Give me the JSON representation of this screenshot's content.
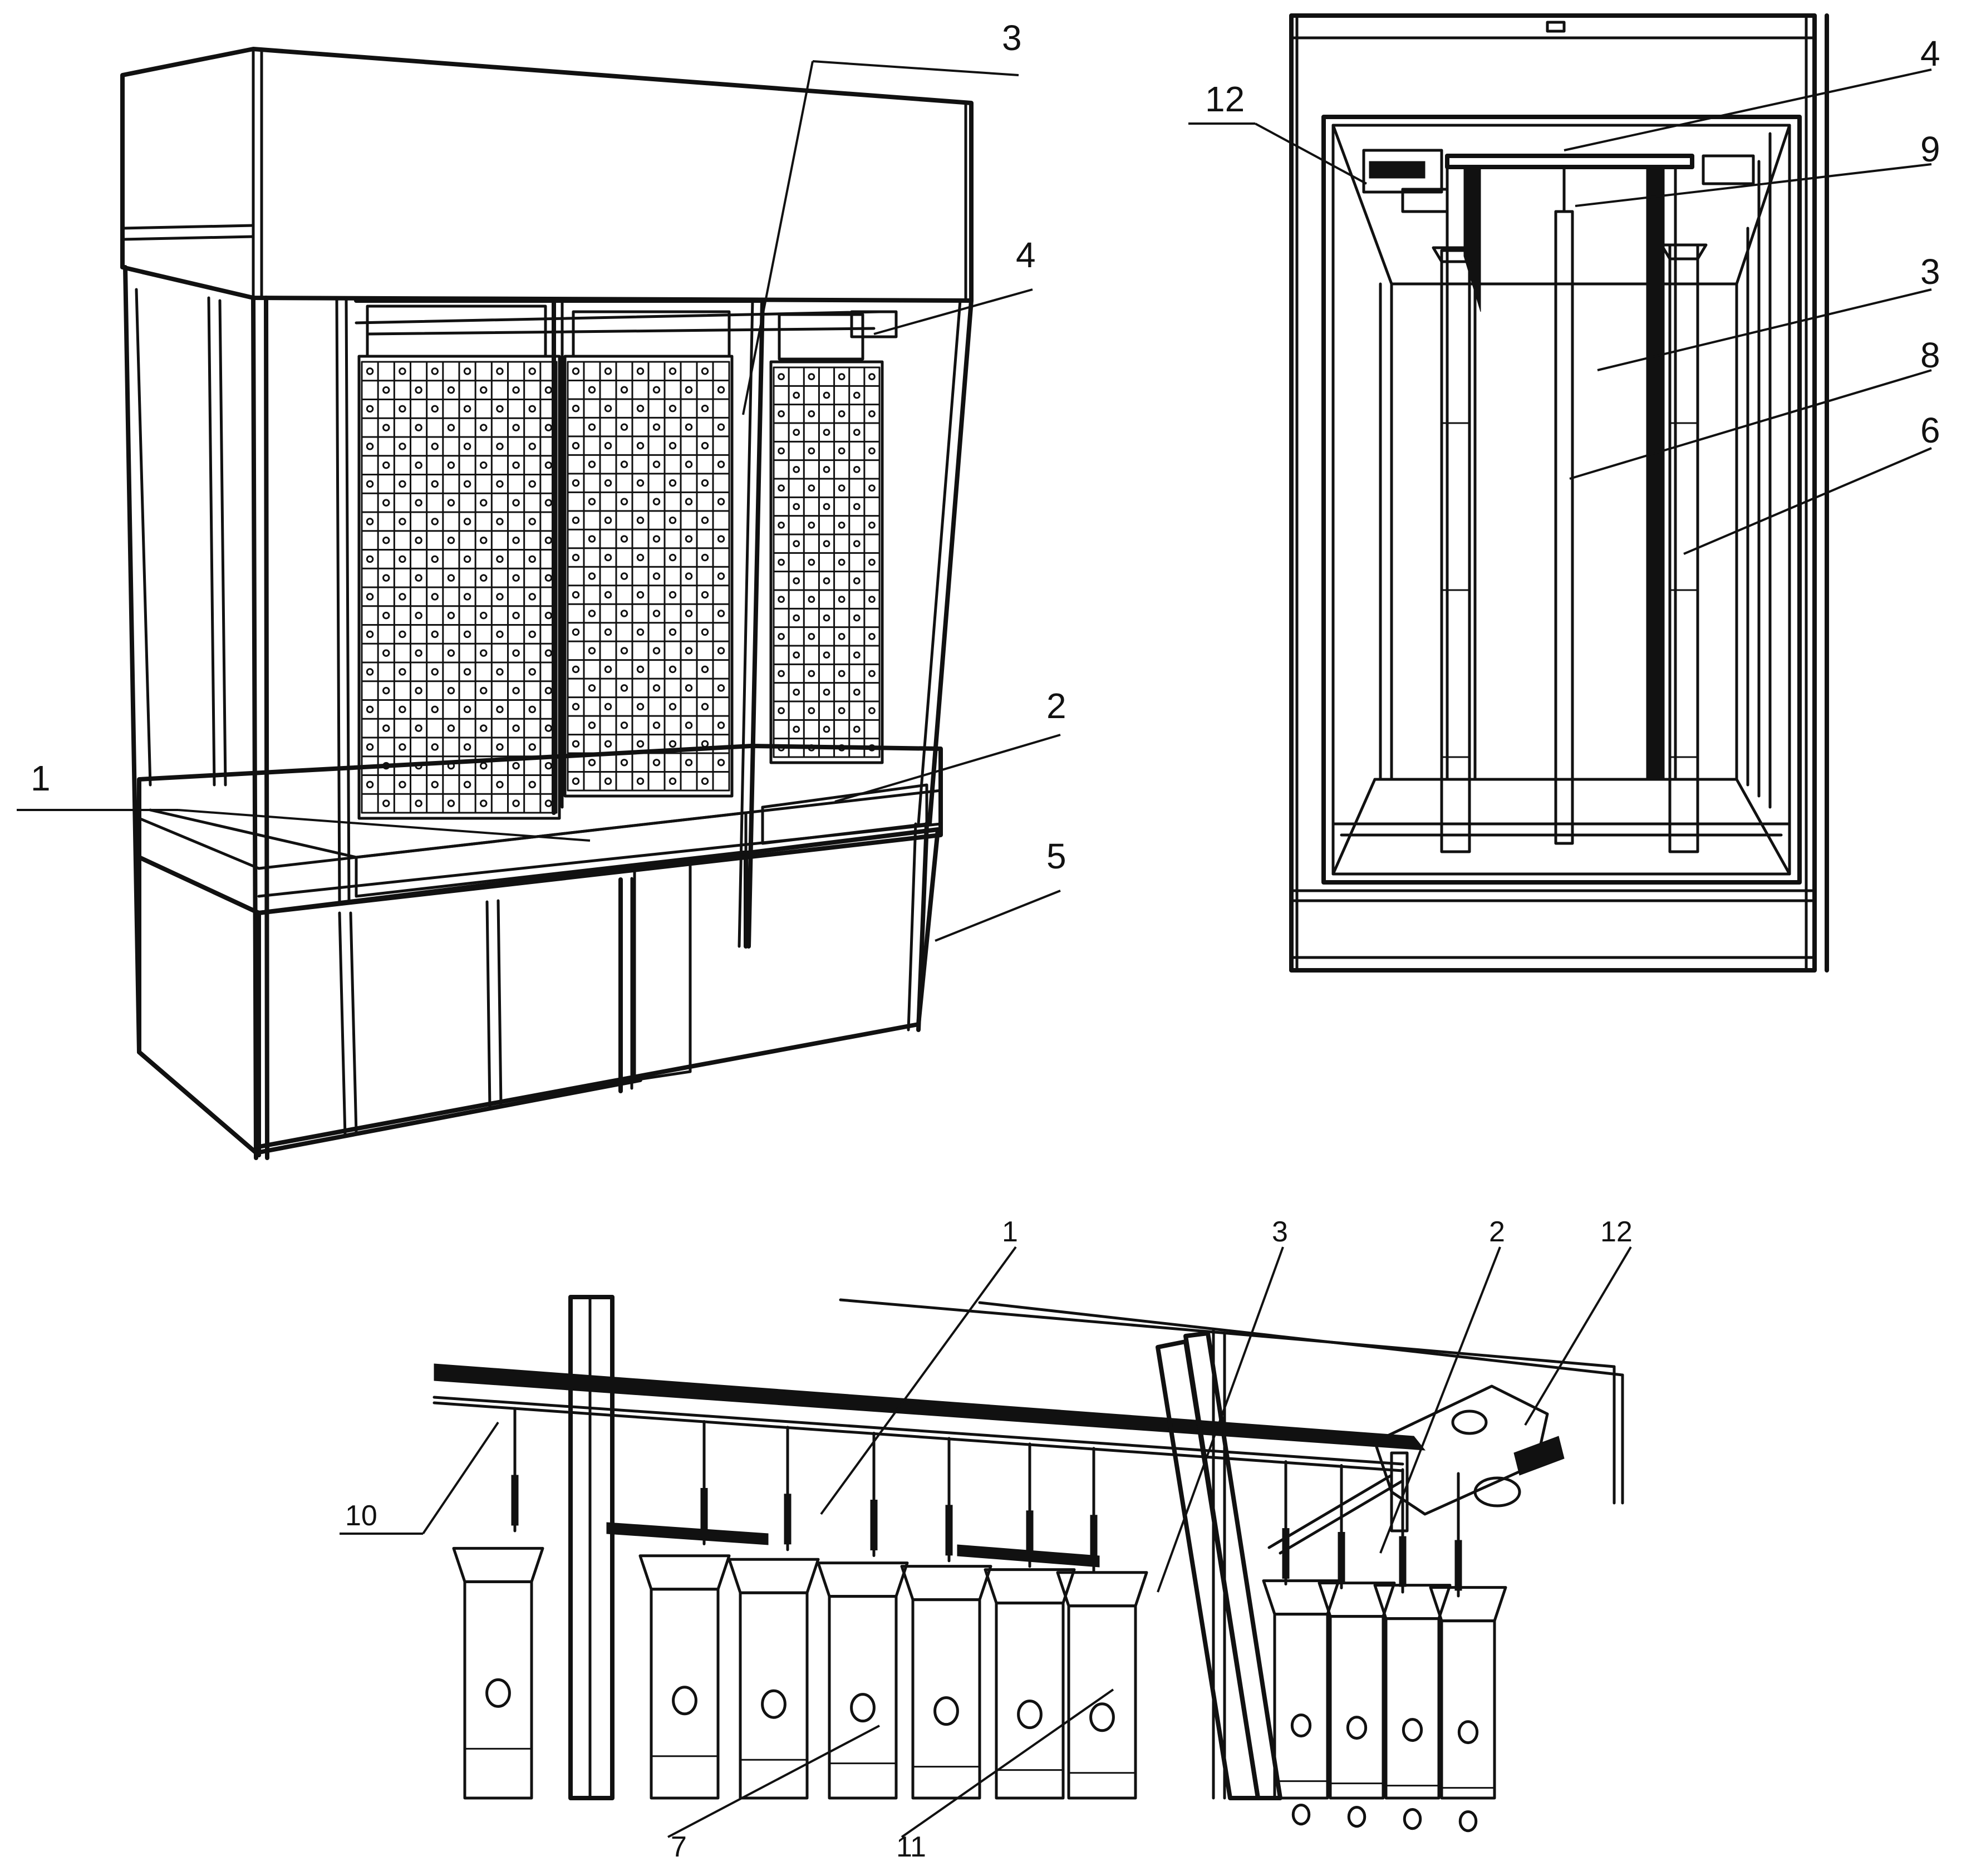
{
  "figures": [
    {
      "id": "fig-a",
      "labels": [
        {
          "id": "a-1",
          "text": "1"
        },
        {
          "id": "a-2",
          "text": "2"
        },
        {
          "id": "a-3",
          "text": "3"
        },
        {
          "id": "a-4",
          "text": "4"
        },
        {
          "id": "a-5",
          "text": "5"
        }
      ]
    },
    {
      "id": "fig-b",
      "labels": [
        {
          "id": "b-12",
          "text": "12"
        },
        {
          "id": "b-4",
          "text": "4"
        },
        {
          "id": "b-9",
          "text": "9"
        },
        {
          "id": "b-3",
          "text": "3"
        },
        {
          "id": "b-8",
          "text": "8"
        },
        {
          "id": "b-6",
          "text": "6"
        }
      ]
    },
    {
      "id": "fig-c",
      "labels": [
        {
          "id": "c-1",
          "text": "1"
        },
        {
          "id": "c-3",
          "text": "3"
        },
        {
          "id": "c-2",
          "text": "2"
        },
        {
          "id": "c-12",
          "text": "12"
        },
        {
          "id": "c-10",
          "text": "10"
        },
        {
          "id": "c-7",
          "text": "7"
        },
        {
          "id": "c-11",
          "text": "11"
        }
      ]
    }
  ]
}
